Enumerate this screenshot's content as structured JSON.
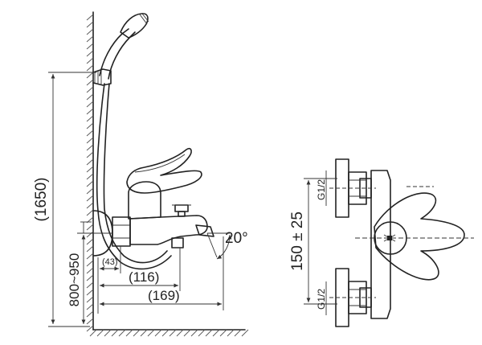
{
  "labels": {
    "height_total": "(1650)",
    "height_range": "800~950",
    "offset_43": "(43)",
    "offset_116": "(116)",
    "offset_169": "(169)",
    "angle": "20°",
    "center_distance": "150 ± 25",
    "thread_top": "G1/2",
    "thread_bottom": "G1/2"
  }
}
